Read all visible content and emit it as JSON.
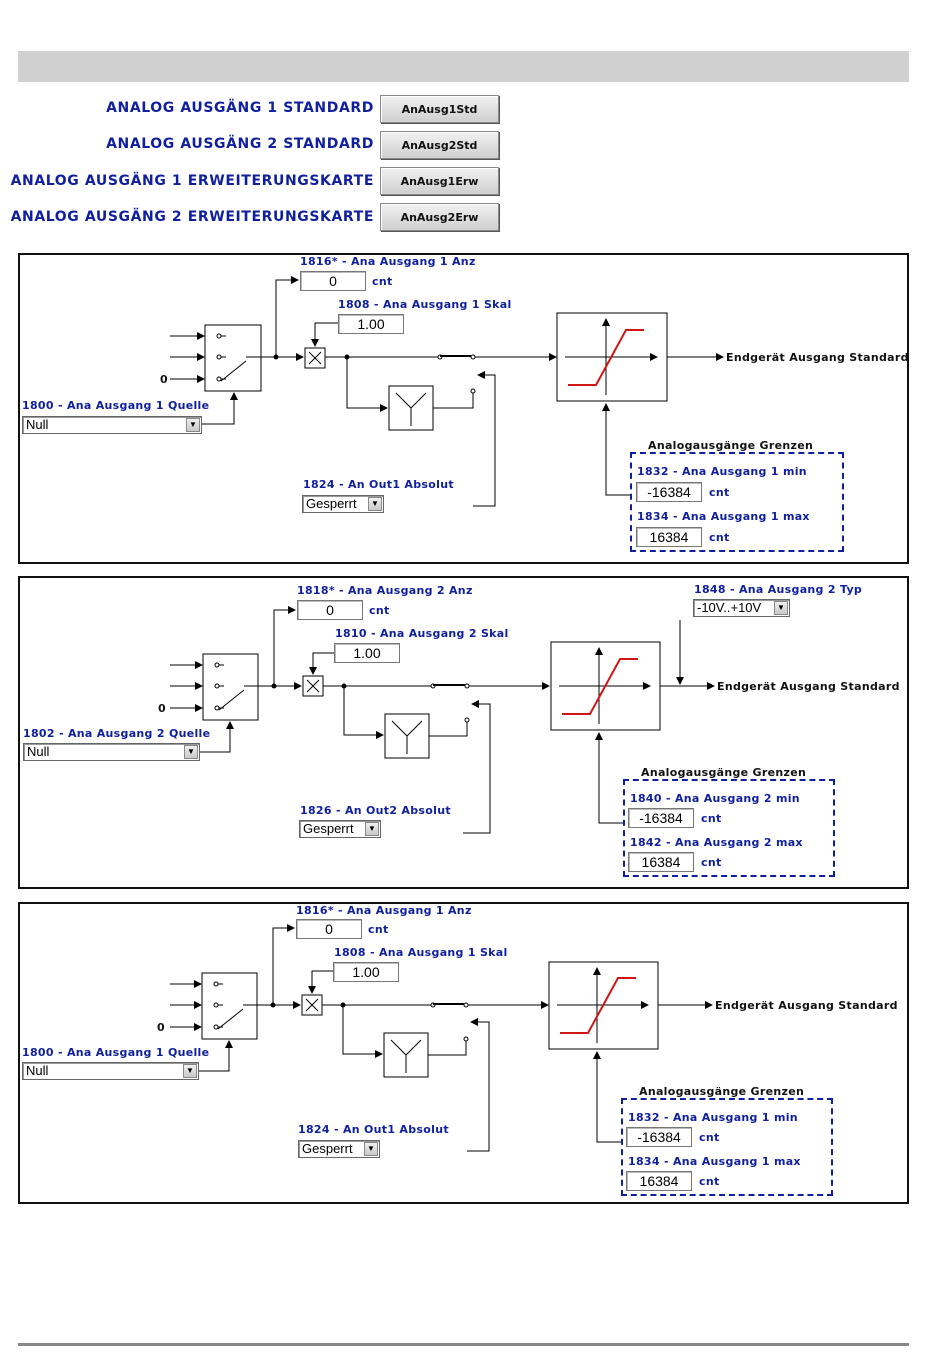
{
  "nav": [
    {
      "label": "ANALOG AUSGÄNG 1 STANDARD",
      "button": "AnAusg1Std"
    },
    {
      "label": "ANALOG AUSGÄNG 2 STANDARD",
      "button": "AnAusg2Std"
    },
    {
      "label": "ANALOG AUSGÄNG 1 ERWEITERUNGSKARTE",
      "button": "AnAusg1Erw"
    },
    {
      "label": "ANALOG AUSGÄNG 2 ERWEITERUNGSKARTE",
      "button": "AnAusg2Erw"
    }
  ],
  "panels": [
    {
      "anz_label": "1816* - Ana Ausgang 1 Anz",
      "anz_value": "0",
      "anz_unit": "cnt",
      "skal_label": "1808 - Ana Ausgang 1 Skal",
      "skal_value": "1.00",
      "quelle_label": "1800 - Ana Ausgang 1 Quelle",
      "quelle_value": "Null",
      "zero_input": "0",
      "absolut_label": "1824 - An Out1 Absolut",
      "absolut_value": "Gesperrt",
      "output_label": "Endgerät Ausgang Standard",
      "limits_title": "Analogausgänge Grenzen",
      "min_label": "1832 - Ana Ausgang 1 min",
      "min_value": "-16384",
      "min_unit": "cnt",
      "max_label": "1834 - Ana Ausgang 1 max",
      "max_value": "16384",
      "max_unit": "cnt"
    },
    {
      "anz_label": "1818* - Ana Ausgang 2 Anz",
      "anz_value": "0",
      "anz_unit": "cnt",
      "skal_label": "1810 - Ana Ausgang 2 Skal",
      "skal_value": "1.00",
      "quelle_label": "1802 - Ana Ausgang 2 Quelle",
      "quelle_value": "Null",
      "zero_input": "0",
      "absolut_label": "1826 - An Out2 Absolut",
      "absolut_value": "Gesperrt",
      "output_label": "Endgerät Ausgang Standard",
      "typ_label": "1848 - Ana Ausgang 2 Typ",
      "typ_value": "-10V..+10V",
      "limits_title": "Analogausgänge Grenzen",
      "min_label": "1840 - Ana Ausgang 2 min",
      "min_value": "-16384",
      "min_unit": "cnt",
      "max_label": "1842 - Ana Ausgang 2 max",
      "max_value": "16384",
      "max_unit": "cnt"
    },
    {
      "anz_label": "1816* - Ana Ausgang 1 Anz",
      "anz_value": "0",
      "anz_unit": "cnt",
      "skal_label": "1808 - Ana Ausgang 1 Skal",
      "skal_value": "1.00",
      "quelle_label": "1800 - Ana Ausgang 1 Quelle",
      "quelle_value": "Null",
      "zero_input": "0",
      "absolut_label": "1824 - An Out1 Absolut",
      "absolut_value": "Gesperrt",
      "output_label": "Endgerät Ausgang Standard",
      "limits_title": "Analogausgänge Grenzen",
      "min_label": "1832 - Ana Ausgang 1 min",
      "min_value": "-16384",
      "min_unit": "cnt",
      "max_label": "1834 - Ana Ausgang 1 max",
      "max_value": "16384",
      "max_unit": "cnt"
    }
  ]
}
